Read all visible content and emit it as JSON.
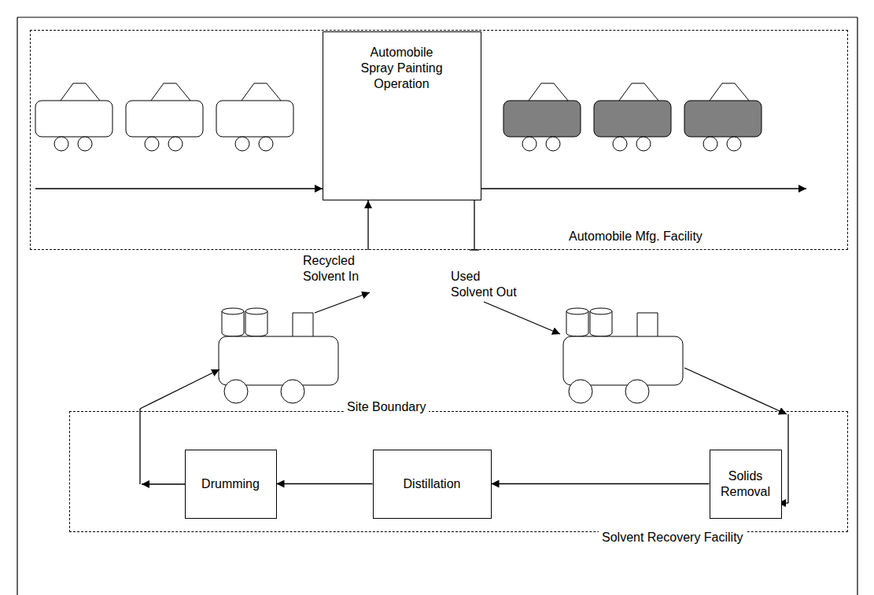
{
  "diagram": {
    "nodes": [
      {
        "text": [
          "Automobile Mfg. Facility"
        ]
      },
      {
        "text": [
          "Automobile Spray Painting Operation"
        ],
        "in": 0
      },
      {
        "text": [
          "Solvent Recovery Facility"
        ]
      },
      {
        "text": [
          "Drumming"
        ],
        "in": 2
      },
      {
        "text": [
          "Distillation"
        ],
        "in": 2
      },
      {
        "text": [
          "Solids Removal"
        ],
        "in": 2
      }
    ],
    "edges": [
      {
        "from": 5,
        "to": 4,
        "arrow": "to"
      },
      {
        "from": 4,
        "to": 3,
        "arrow": "to"
      }
    ],
    "labels": [
      "Recycled Solvent In",
      "Used Solvent Out",
      "Site Boundary"
    ]
  }
}
